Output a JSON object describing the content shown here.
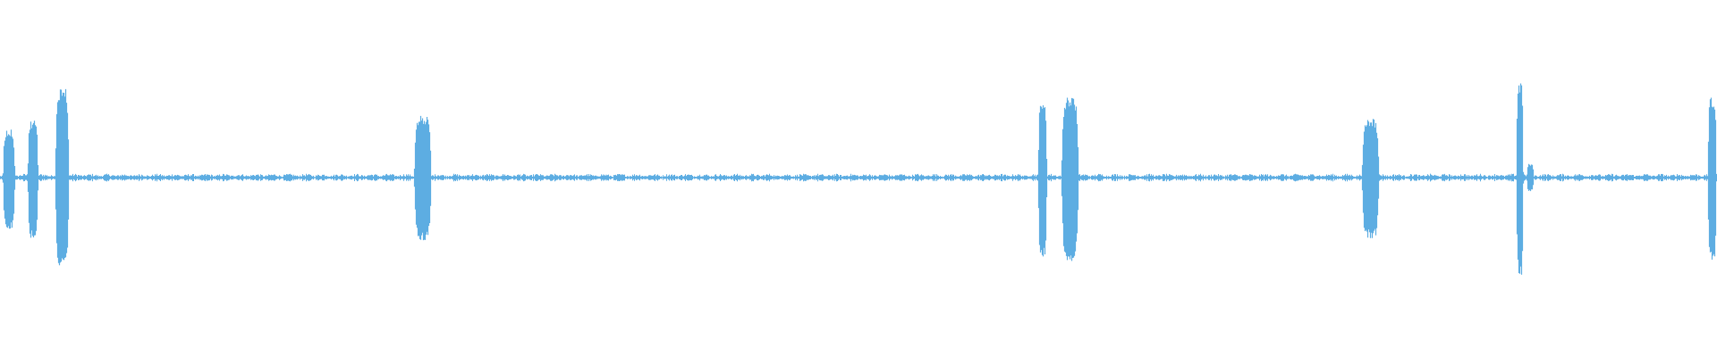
{
  "waveform": {
    "wave_color": "#5dade2",
    "background_color": "#ffffff",
    "bursts": [
      {
        "center_s": 0.005,
        "width_s": 0.007,
        "amp_top": 0.49,
        "amp_bottom": 0.53
      },
      {
        "center_s": 0.019,
        "width_s": 0.006,
        "amp_top": 0.59,
        "amp_bottom": 0.62
      },
      {
        "center_s": 0.036,
        "width_s": 0.008,
        "amp_top": 0.93,
        "amp_bottom": 0.95
      },
      {
        "center_s": 0.246,
        "width_s": 0.01,
        "amp_top": 0.63,
        "amp_bottom": 0.65
      },
      {
        "center_s": 0.607,
        "width_s": 0.005,
        "amp_top": 0.81,
        "amp_bottom": 0.83
      },
      {
        "center_s": 0.623,
        "width_s": 0.01,
        "amp_top": 0.84,
        "amp_bottom": 0.85
      },
      {
        "center_s": 0.798,
        "width_s": 0.01,
        "amp_top": 0.61,
        "amp_bottom": 0.62
      },
      {
        "center_s": 0.885,
        "width_s": 0.004,
        "amp_top": 1.0,
        "amp_bottom": 1.0
      },
      {
        "center_s": 0.891,
        "width_s": 0.004,
        "amp_top": 0.14,
        "amp_bottom": 0.14
      },
      {
        "center_s": 0.997,
        "width_s": 0.005,
        "amp_top": 0.82,
        "amp_bottom": 0.84
      }
    ],
    "noise_floor": 0.04
  }
}
